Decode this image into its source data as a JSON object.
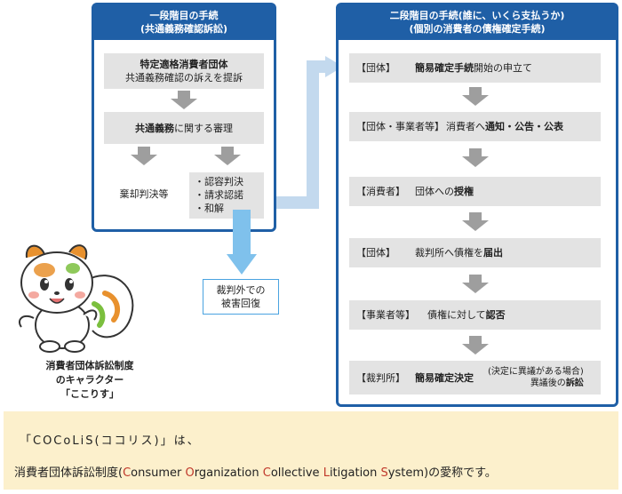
{
  "left_panel": {
    "title_line1": "一段階目の手続",
    "title_line2": "(共通義務確認訴訟)",
    "step1_line1": "特定適格消費者団体",
    "step1_line2": "共通義務確認の訴えを提訴",
    "step2_bold": "共通義務",
    "step2_rest": "に関する審理",
    "dismissal": "棄却判決等",
    "outcomes": [
      "・認容判決",
      "・請求認諾",
      "・和解"
    ]
  },
  "out_of_court": {
    "line1": "裁判外での",
    "line2": "被害回復"
  },
  "right_panel": {
    "title_line1": "二段階目の手続(誰に、いくら支払うか)",
    "title_line2": "(個別の消費者の債権確定手続)",
    "steps": [
      {
        "tag": "【団体】",
        "pre": "",
        "bold": "簡易確定手続",
        "post": "開始の申立て"
      },
      {
        "tag": "【団体・事業者等】",
        "pre": "消費者へ",
        "bold": "通知・公告・公表",
        "post": ""
      },
      {
        "tag": "【消費者】",
        "pre": "団体への",
        "bold": "授権",
        "post": ""
      },
      {
        "tag": "【団体】",
        "pre": "裁判所へ債権を",
        "bold": "届出",
        "post": ""
      },
      {
        "tag": "【事業者等】",
        "pre": "債権に対して",
        "bold": "認否",
        "post": ""
      },
      {
        "tag": "【裁判所】",
        "pre": "",
        "bold": "簡易確定決定",
        "post": ""
      }
    ],
    "note_line1": "(決定に異議がある場合)",
    "note_line2_pre": "異議後の",
    "note_line2_bold": "訴訟"
  },
  "mascot": {
    "caption_line1": "消費者団体訴訟制度",
    "caption_line2": "のキャラクター",
    "caption_line3": "「ここりす」"
  },
  "banner": {
    "line1": "「COCoLiS(ココリス)」は、",
    "line2_pre": "消費者団体訴訟制度(",
    "c1": "C",
    "w1": "onsumer ",
    "c2": "O",
    "w2": "rganization ",
    "c3": "C",
    "w3": "ollective ",
    "c4": "L",
    "w4": "itigation ",
    "c5": "S",
    "w5": "ystem",
    "line2_post": ")の愛称です。"
  },
  "colors": {
    "panel_border": "#1f5fa6",
    "gray_box": "#e3e3e3",
    "connector": "#c3d9ee",
    "banner_bg": "#fcf0cc",
    "highlight": "#c0392b"
  }
}
